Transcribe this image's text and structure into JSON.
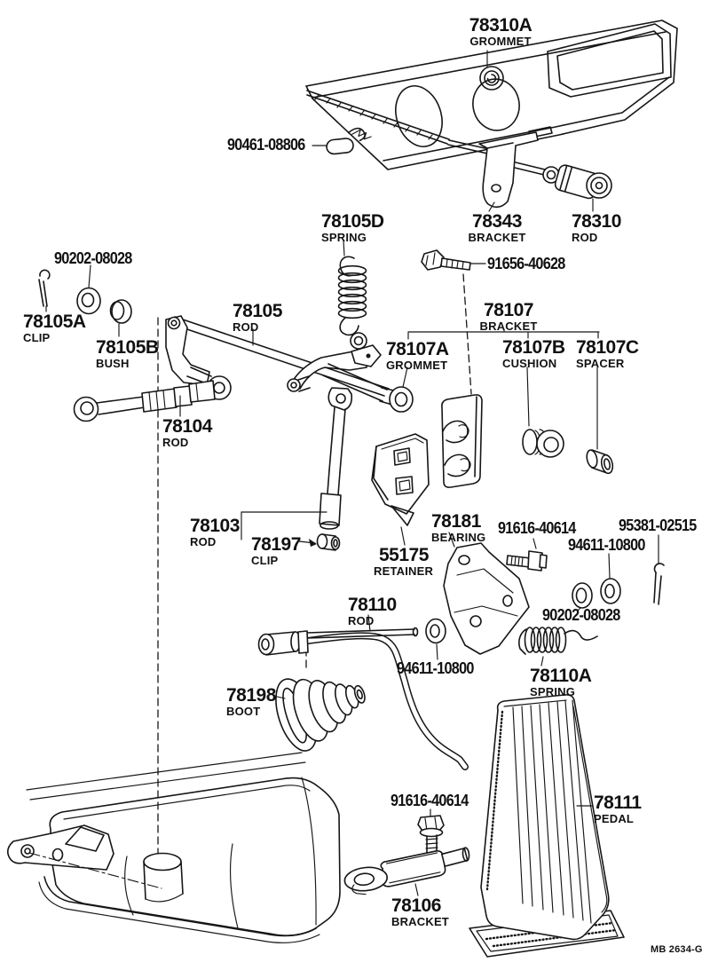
{
  "page": {
    "footer_code": "MB 2634-G"
  },
  "parts": {
    "grommet_78310a": {
      "code": "78310A",
      "name": "GROMMET"
    },
    "clip_90461": {
      "code": "90461-08806"
    },
    "spring_78105d": {
      "code": "78105D",
      "name": "SPRING"
    },
    "bracket_78343": {
      "code": "78343",
      "name": "BRACKET"
    },
    "rod_78310": {
      "code": "78310",
      "name": "ROD"
    },
    "washer_90202_upper": {
      "code": "90202-08028"
    },
    "clip_78105a": {
      "code": "78105A",
      "name": "CLIP"
    },
    "bush_78105b": {
      "code": "78105B",
      "name": "BUSH"
    },
    "rod_78105": {
      "code": "78105",
      "name": "ROD"
    },
    "bolt_91656": {
      "code": "91656-40628"
    },
    "bracket_78107": {
      "code": "78107",
      "name": "BRACKET"
    },
    "grommet_78107a": {
      "code": "78107A",
      "name": "GROMMET"
    },
    "cushion_78107b": {
      "code": "78107B",
      "name": "CUSHION"
    },
    "spacer_78107c": {
      "code": "78107C",
      "name": "SPACER"
    },
    "rod_78104": {
      "code": "78104",
      "name": "ROD"
    },
    "rod_78103": {
      "code": "78103",
      "name": "ROD"
    },
    "clip_78197": {
      "code": "78197",
      "name": "CLIP"
    },
    "retainer_55175": {
      "code": "55175",
      "name": "RETAINER"
    },
    "bearing_78181": {
      "code": "78181",
      "name": "BEARING"
    },
    "bolt_91616_upper": {
      "code": "91616-40614"
    },
    "washer_94611_right": {
      "code": "94611-10800"
    },
    "pin_95381": {
      "code": "95381-02515"
    },
    "washer_90202_mid": {
      "code": "90202-08028"
    },
    "washer_94611_left": {
      "code": "94611-10800"
    },
    "spring_78110a": {
      "code": "78110A",
      "name": "SPRING"
    },
    "rod_78110": {
      "code": "78110",
      "name": "ROD"
    },
    "boot_78198": {
      "code": "78198",
      "name": "BOOT"
    },
    "bolt_91616_lower": {
      "code": "91616-40614"
    },
    "pedal_78111": {
      "code": "78111",
      "name": "PEDAL"
    },
    "bracket_78106": {
      "code": "78106",
      "name": "BRACKET"
    }
  }
}
